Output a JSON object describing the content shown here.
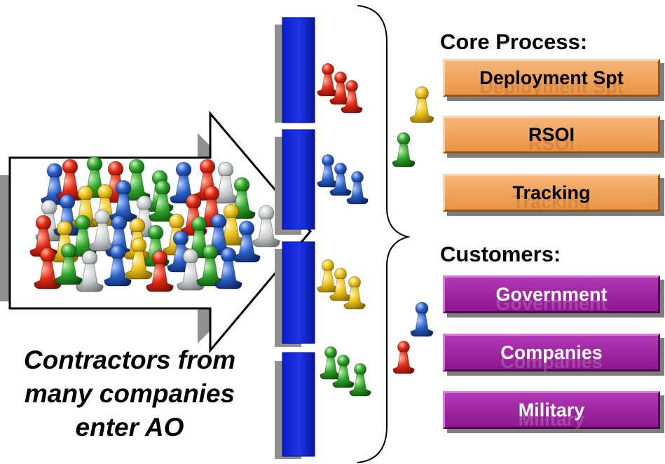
{
  "core": {
    "heading": "Core Process:",
    "boxes": [
      {
        "label": "Deployment Spt",
        "ghost": "Deployment Spt"
      },
      {
        "label": "RSOI",
        "ghost": "RSOI"
      },
      {
        "label": "Tracking",
        "ghost": "Tracking"
      }
    ]
  },
  "customers": {
    "heading": "Customers:",
    "boxes": [
      {
        "label": "Government",
        "ghost": "Government"
      },
      {
        "label": "Companies",
        "ghost": "Companies"
      },
      {
        "label": "Military",
        "ghost": "Military"
      }
    ]
  },
  "caption": {
    "line1": "Contractors from",
    "line2": "many companies",
    "line3": "enter AO"
  },
  "colors": {
    "red": "#e02a14",
    "blue": "#2a60c8",
    "yellow": "#ecc21a",
    "green": "#2fa52a",
    "grey": "#c6cbcc",
    "gate": "#0a1ec8",
    "orange_box": "#ee9d52",
    "purple_box": "#9f25a3"
  }
}
